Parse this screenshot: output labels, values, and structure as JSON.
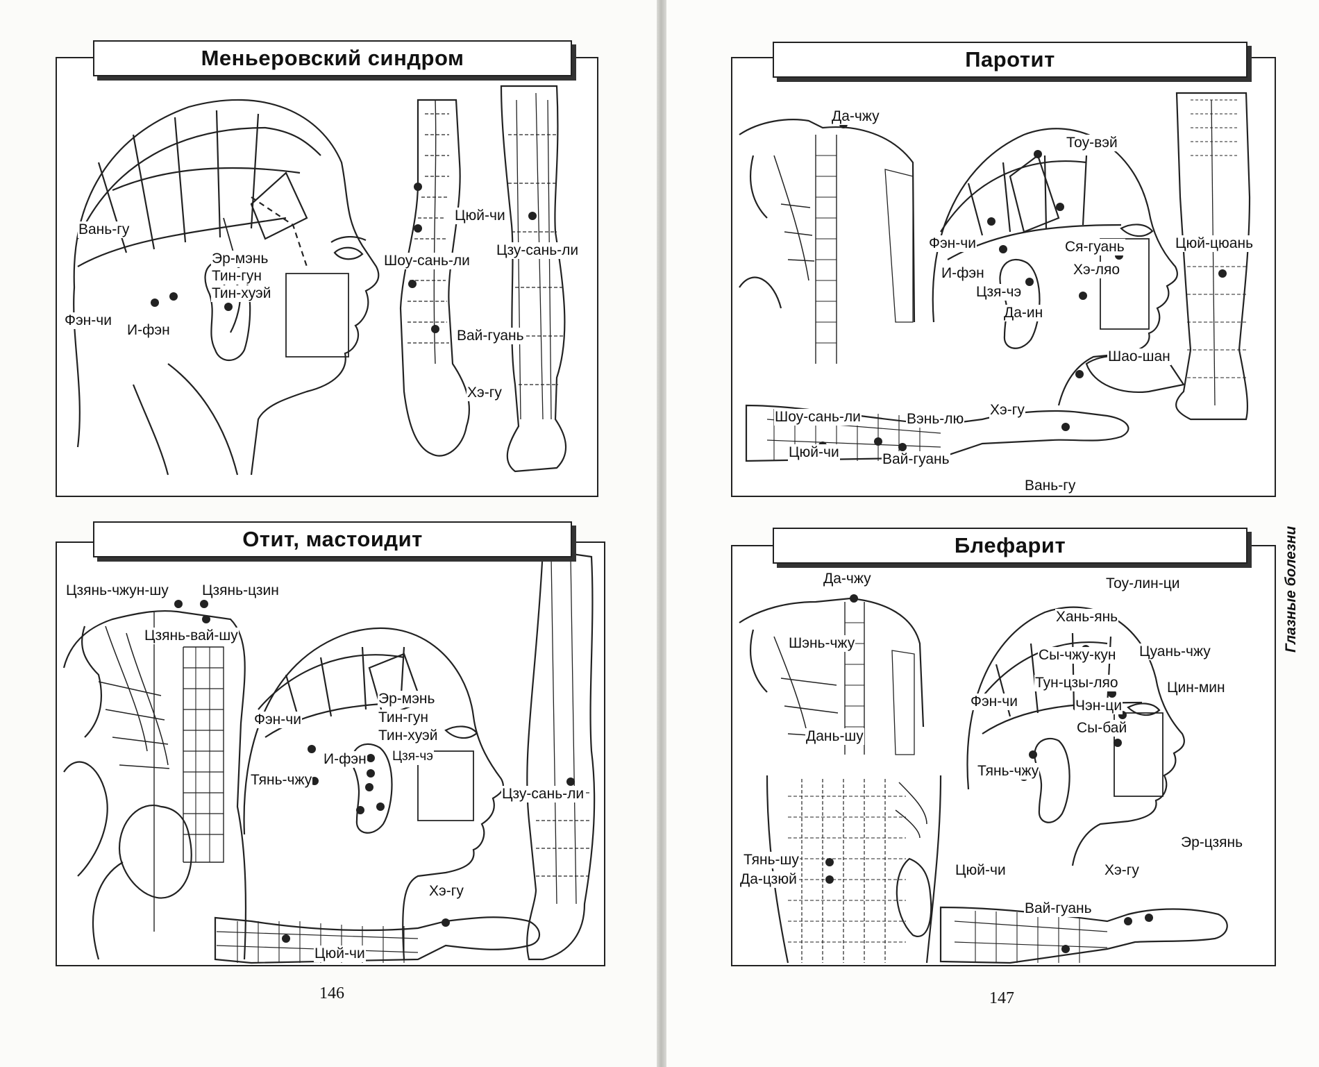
{
  "pages": {
    "left_number": "146",
    "right_number": "147",
    "side_caption": "Глазные болезни"
  },
  "panels": {
    "meniere": {
      "title": "Меньеровский синдром",
      "labels": [
        "Вань-гу",
        "Фэн-чи",
        "И-фэн",
        "Эр-мэнь",
        "Тин-гун",
        "Тин-хуэй",
        "Цюй-чи",
        "Шоу-сань-ли",
        "Вай-гуань",
        "Хэ-гу",
        "Цзу-сань-ли"
      ]
    },
    "otitis": {
      "title": "Отит, мастоидит",
      "labels": [
        "Цзянь-чжун-шу",
        "Цзянь-цзин",
        "Цзянь-вай-шу",
        "Фэн-чи",
        "Тянь-чжу",
        "И-фэн",
        "Эр-мэнь",
        "Тин-гун",
        "Тин-хуэй",
        "Цзя-чэ",
        "Цзу-сань-ли",
        "Хэ-гу",
        "Цюй-чи"
      ]
    },
    "parotitis": {
      "title": "Паротит",
      "labels": [
        "Да-чжу",
        "Тоу-вэй",
        "Фэн-чи",
        "И-фэн",
        "Цзя-чэ",
        "Ся-гуань",
        "Хэ-ляо",
        "Да-ин",
        "Цюй-цюань",
        "Шао-шан",
        "Шоу-сань-ли",
        "Вэнь-лю",
        "Хэ-гу",
        "Цюй-чи",
        "Вай-гуань",
        "Вань-гу"
      ]
    },
    "blepharitis": {
      "title": "Блефарит",
      "labels": [
        "Да-чжу",
        "Шэнь-чжу",
        "Дань-шу",
        "Тоу-лин-ци",
        "Хань-янь",
        "Сы-чжу-кун",
        "Цуань-чжу",
        "Тун-цзы-ляо",
        "Цин-мин",
        "Чэн-ци",
        "Сы-бай",
        "Фэн-чи",
        "Тянь-чжу",
        "Тянь-шу",
        "Да-цзюй",
        "Цюй-чи",
        "Хэ-гу",
        "Эр-цзянь",
        "Вай-гуань"
      ]
    }
  }
}
